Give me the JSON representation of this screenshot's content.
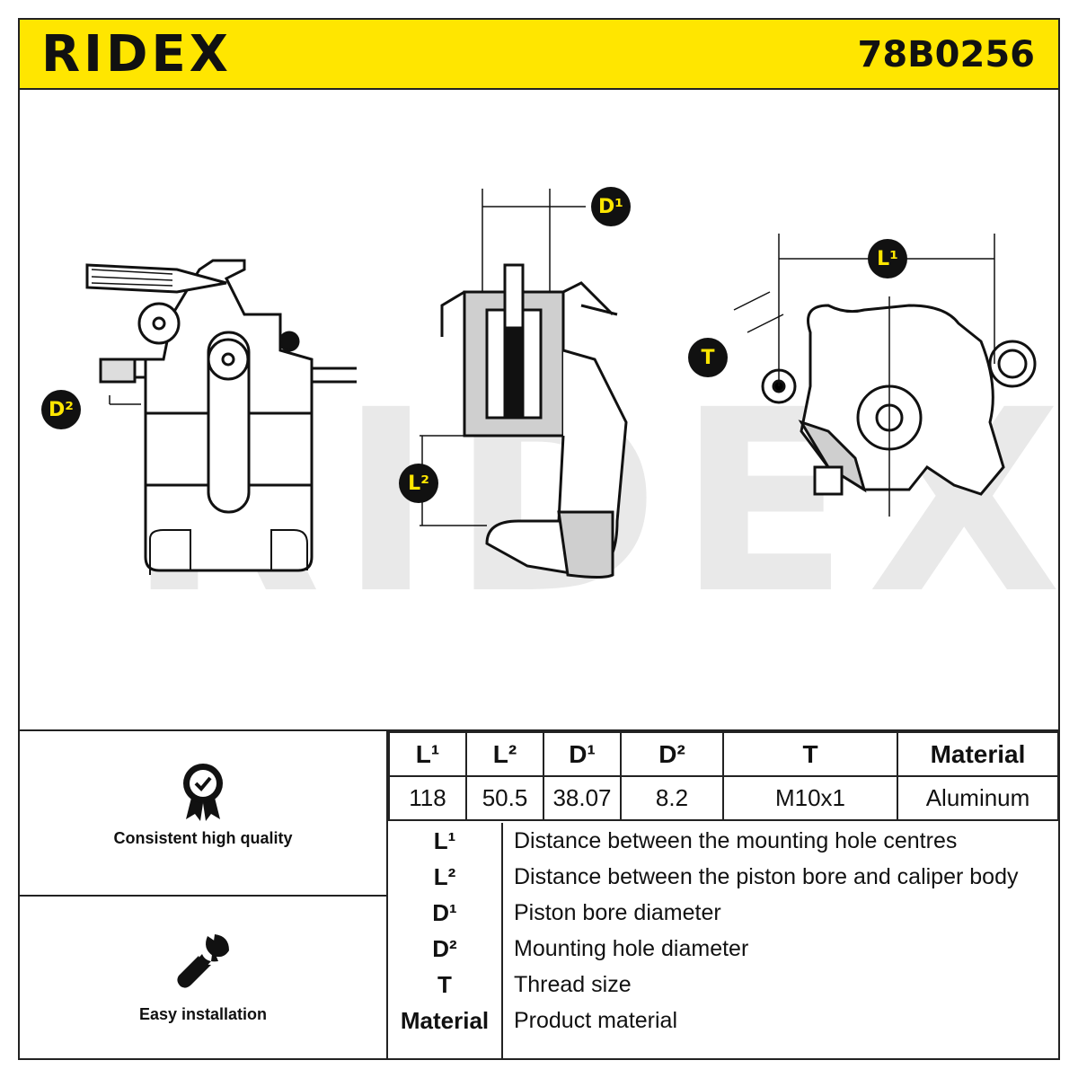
{
  "header": {
    "brand": "RIDEX",
    "part_number": "78B0256",
    "color_background": "#ffe600"
  },
  "drawing": {
    "watermark": "RIDEX",
    "badges": {
      "d2": "D²",
      "d1": "D¹",
      "l2": "L²",
      "l1": "L¹",
      "t": "T"
    }
  },
  "features": [
    {
      "icon": "quality-badge-icon",
      "label": "Consistent high quality"
    },
    {
      "icon": "wrench-icon",
      "label": "Easy installation"
    }
  ],
  "specs": {
    "headers": [
      "L¹",
      "L²",
      "D¹",
      "D²",
      "T",
      "Material"
    ],
    "values": [
      "118",
      "50.5",
      "38.07",
      "8.2",
      "M10x1",
      "Aluminum"
    ]
  },
  "legend": [
    {
      "key": "L¹",
      "text": "Distance between the mounting hole centres"
    },
    {
      "key": "L²",
      "text": "Distance between the piston bore and caliper body"
    },
    {
      "key": "D¹",
      "text": "Piston bore diameter"
    },
    {
      "key": "D²",
      "text": "Mounting hole diameter"
    },
    {
      "key": "T",
      "text": "Thread size"
    },
    {
      "key": "Material",
      "text": "Product material"
    }
  ]
}
